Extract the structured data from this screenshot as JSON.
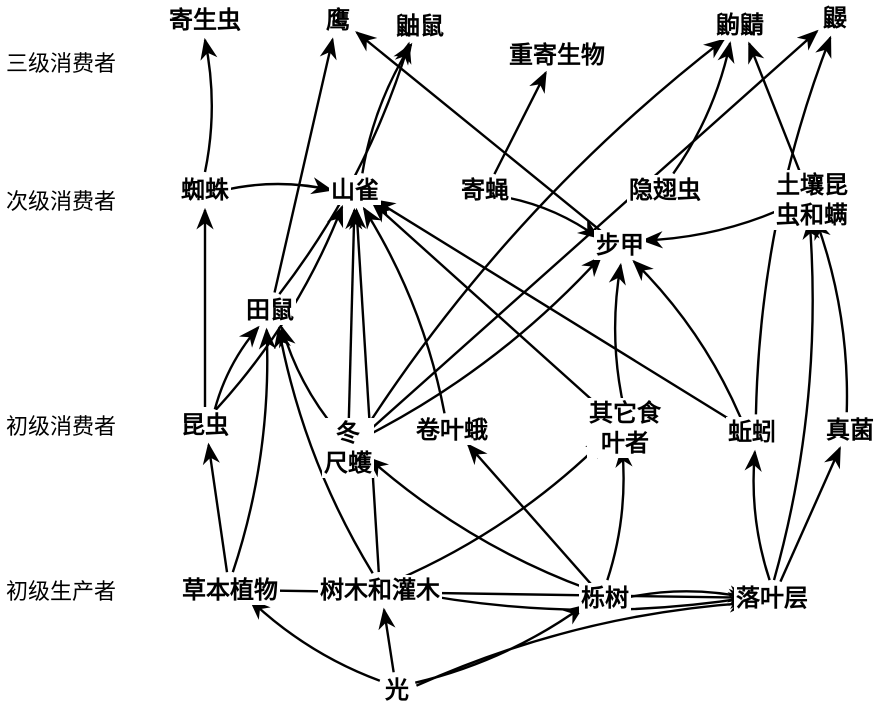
{
  "levels": {
    "tertiary": "三级消费者",
    "secondary": "次级消费者",
    "primary": "初级消费者",
    "producer": "初级生产者"
  },
  "nodes": {
    "parasite": "寄生虫",
    "hawk": "鹰",
    "weasel": "鼬鼠",
    "hyperparasite": "重寄生物",
    "shrew": "鼩鼱",
    "mole": "鼹",
    "spider": "蜘蛛",
    "tit": "山雀",
    "tachinid": "寄蝇",
    "rove_beetle": "隐翅虫",
    "soil_insects": "土壤昆\n虫和螨",
    "ground_beetle": "步甲",
    "vole": "田鼠",
    "insects": "昆虫",
    "winter_moth": "冬\n尺蠖",
    "leaf_roller": "卷叶蛾",
    "other_defoliators": "其它食\n叶者",
    "earthworm": "蚯蚓",
    "fungi": "真菌",
    "herbs": "草本植物",
    "trees_shrubs": "树木和灌木",
    "oak": "栎树",
    "litter": "落叶层",
    "light": "光"
  },
  "edges": [
    [
      "light",
      "herbs"
    ],
    [
      "light",
      "trees_shrubs"
    ],
    [
      "light",
      "oak"
    ],
    [
      "light",
      "litter"
    ],
    [
      "herbs",
      "litter"
    ],
    [
      "trees_shrubs",
      "litter"
    ],
    [
      "oak",
      "litter"
    ],
    [
      "herbs",
      "insects"
    ],
    [
      "herbs",
      "vole"
    ],
    [
      "trees_shrubs",
      "vole"
    ],
    [
      "trees_shrubs",
      "tit"
    ],
    [
      "trees_shrubs",
      "other_defoliators"
    ],
    [
      "oak",
      "winter_moth"
    ],
    [
      "oak",
      "leaf_roller"
    ],
    [
      "oak",
      "other_defoliators"
    ],
    [
      "litter",
      "earthworm"
    ],
    [
      "litter",
      "fungi"
    ],
    [
      "litter",
      "soil_insects"
    ],
    [
      "insects",
      "vole"
    ],
    [
      "insects",
      "spider"
    ],
    [
      "insects",
      "tit"
    ],
    [
      "winter_moth",
      "vole"
    ],
    [
      "winter_moth",
      "tit"
    ],
    [
      "winter_moth",
      "ground_beetle"
    ],
    [
      "winter_moth",
      "shrew"
    ],
    [
      "winter_moth",
      "mole"
    ],
    [
      "leaf_roller",
      "tit"
    ],
    [
      "other_defoliators",
      "ground_beetle"
    ],
    [
      "other_defoliators",
      "tit"
    ],
    [
      "earthworm",
      "ground_beetle"
    ],
    [
      "earthworm",
      "mole"
    ],
    [
      "earthworm",
      "tit"
    ],
    [
      "fungi",
      "soil_insects"
    ],
    [
      "soil_insects",
      "ground_beetle"
    ],
    [
      "soil_insects",
      "shrew"
    ],
    [
      "rove_beetle",
      "shrew"
    ],
    [
      "tachinid",
      "ground_beetle"
    ],
    [
      "tachinid",
      "hyperparasite"
    ],
    [
      "spider",
      "parasite"
    ],
    [
      "spider",
      "tit"
    ],
    [
      "vole",
      "hawk"
    ],
    [
      "vole",
      "weasel"
    ],
    [
      "tit",
      "weasel"
    ],
    [
      "ground_beetle",
      "hawk"
    ]
  ]
}
